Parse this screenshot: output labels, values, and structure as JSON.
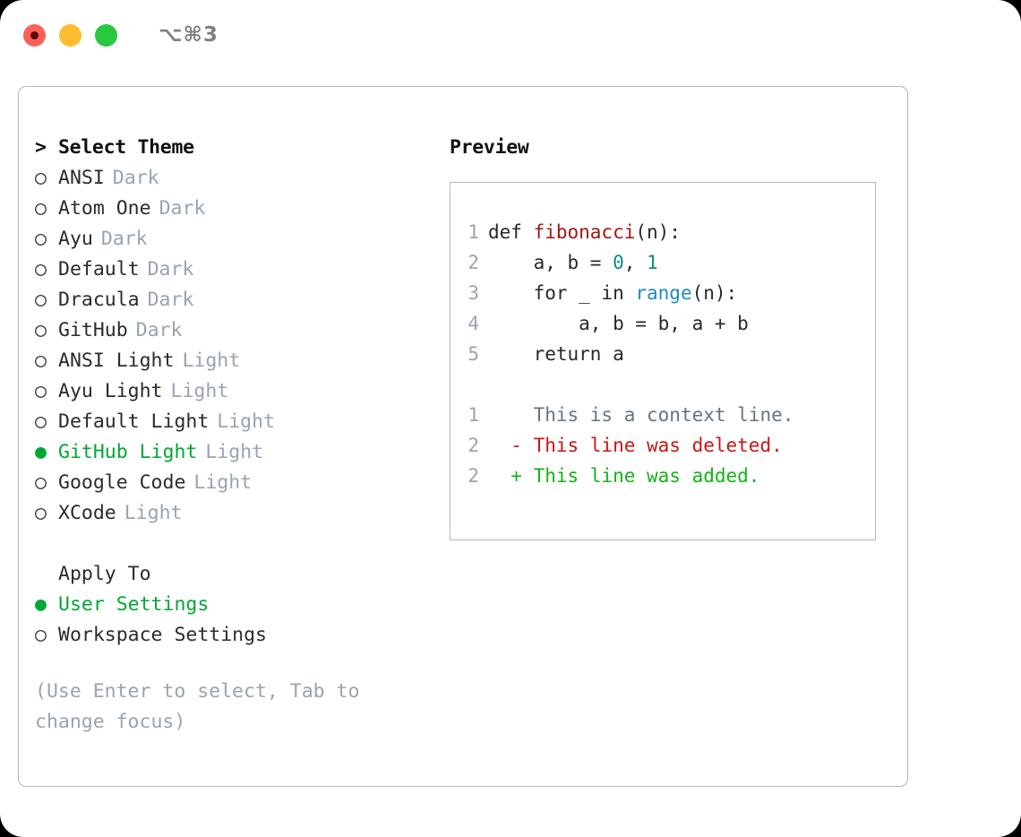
{
  "titlebar": {
    "shortcut": "⌥⌘3",
    "lights": [
      "close-red",
      "minimize-yellow",
      "maximize-green"
    ]
  },
  "theme_picker": {
    "header": {
      "marker": ">",
      "label": "Select Theme"
    },
    "items": [
      {
        "marker": "○",
        "label": "ANSI",
        "variant": "Dark",
        "selected": false
      },
      {
        "marker": "○",
        "label": "Atom One",
        "variant": "Dark",
        "selected": false
      },
      {
        "marker": "○",
        "label": "Ayu",
        "variant": "Dark",
        "selected": false
      },
      {
        "marker": "○",
        "label": "Default",
        "variant": "Dark",
        "selected": false
      },
      {
        "marker": "○",
        "label": "Dracula",
        "variant": "Dark",
        "selected": false
      },
      {
        "marker": "○",
        "label": "GitHub",
        "variant": "Dark",
        "selected": false
      },
      {
        "marker": "○",
        "label": "ANSI Light",
        "variant": "Light",
        "selected": false
      },
      {
        "marker": "○",
        "label": "Ayu Light",
        "variant": "Light",
        "selected": false
      },
      {
        "marker": "○",
        "label": "Default Light",
        "variant": "Light",
        "selected": false
      },
      {
        "marker": "●",
        "label": "GitHub Light",
        "variant": "Light",
        "selected": true
      },
      {
        "marker": "○",
        "label": "Google Code",
        "variant": "Light",
        "selected": false
      },
      {
        "marker": "○",
        "label": "XCode",
        "variant": "Light",
        "selected": false
      }
    ]
  },
  "apply_to": {
    "header": "Apply To",
    "items": [
      {
        "marker": "●",
        "label": "User Settings",
        "selected": true
      },
      {
        "marker": "○",
        "label": "Workspace Settings",
        "selected": false
      }
    ]
  },
  "hint": "(Use Enter to select, Tab to change focus)",
  "preview": {
    "title": "Preview",
    "code_lines": [
      {
        "no": "1",
        "parts": [
          {
            "t": "def ",
            "c": "plain"
          },
          {
            "t": "fibonacci",
            "c": "fn"
          },
          {
            "t": "(n):",
            "c": "plain"
          }
        ]
      },
      {
        "no": "2",
        "parts": [
          {
            "t": "    a, b = ",
            "c": "plain"
          },
          {
            "t": "0",
            "c": "num"
          },
          {
            "t": ", ",
            "c": "plain"
          },
          {
            "t": "1",
            "c": "num"
          }
        ]
      },
      {
        "no": "3",
        "parts": [
          {
            "t": "    for _ in ",
            "c": "plain"
          },
          {
            "t": "range",
            "c": "call"
          },
          {
            "t": "(n):",
            "c": "plain"
          }
        ]
      },
      {
        "no": "4",
        "parts": [
          {
            "t": "        a, b = b, a + b",
            "c": "plain"
          }
        ]
      },
      {
        "no": "5",
        "parts": [
          {
            "t": "    return a",
            "c": "plain"
          }
        ]
      }
    ],
    "diff_lines": [
      {
        "no": "1",
        "sign": " ",
        "text": "This is a context line.",
        "kind": "ctx"
      },
      {
        "no": "2",
        "sign": "-",
        "text": "This line was deleted.",
        "kind": "del"
      },
      {
        "no": "2",
        "sign": "+",
        "text": "This line was added.",
        "kind": "add"
      }
    ]
  },
  "colors": {
    "accent_green": "#00a832",
    "muted": "#9aa3b2",
    "border": "#aeb6c4",
    "fn_red": "#a31515",
    "number_teal": "#0f8a84",
    "call_blue": "#1c8ec4",
    "diff_del_red": "#cc1414",
    "diff_add_green": "#12b516"
  }
}
